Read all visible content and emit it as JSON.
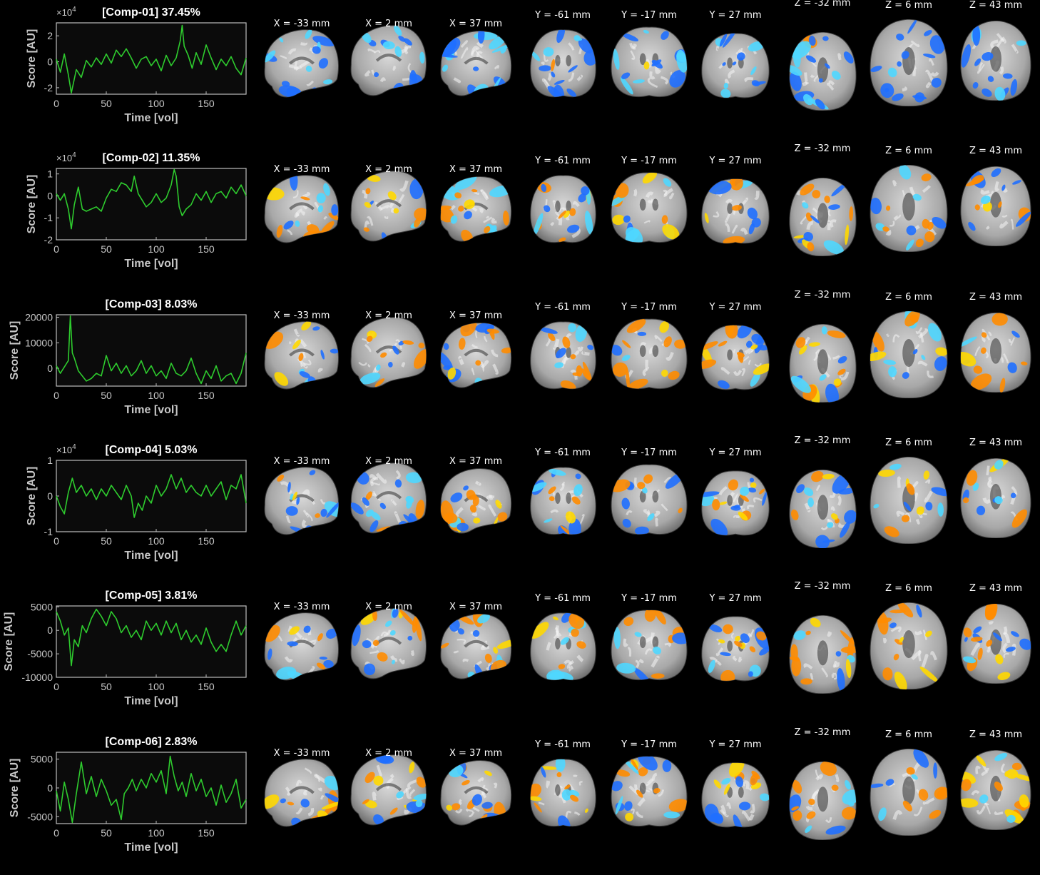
{
  "theme": {
    "background": "#000000",
    "trace": "#2ecc2e",
    "axes": "#bdbdbd",
    "positive": "#ff8c00",
    "positive_peak": "#ffd800",
    "negative": "#1f6fff",
    "negative_peak": "#4fd7ff",
    "brain_light": "#d8d8d8",
    "brain_dark": "#6e6e6e"
  },
  "slice_labels": [
    "X = -33 mm",
    "X = 2 mm",
    "X = 37 mm",
    "Y = -61 mm",
    "Y = -17 mm",
    "Y = 27 mm",
    "Z = -32 mm",
    "Z = 6 mm",
    "Z = 43 mm"
  ],
  "chart_data": [
    {
      "type": "line",
      "title": "[Comp-01] 37.45%",
      "xlabel": "Time [vol]",
      "ylabel": "Score [AU]",
      "multiplier": "×10",
      "multiplier_exponent": "4",
      "xlim": [
        0,
        190
      ],
      "ylim": [
        -2.5,
        3
      ],
      "xticks": [
        0,
        50,
        100,
        150
      ],
      "yticks": [
        -2,
        0,
        2
      ],
      "ytick_labels": [
        "-2",
        "0",
        "2"
      ],
      "x": [
        0,
        4,
        8,
        12,
        15,
        20,
        25,
        30,
        35,
        40,
        45,
        50,
        55,
        60,
        65,
        70,
        75,
        80,
        85,
        90,
        95,
        100,
        105,
        110,
        115,
        120,
        124,
        126,
        128,
        132,
        136,
        140,
        145,
        150,
        155,
        160,
        165,
        170,
        175,
        180,
        185,
        190
      ],
      "y": [
        0.2,
        -0.8,
        0.6,
        -1.0,
        -2.4,
        -0.6,
        -1.2,
        0.1,
        -0.4,
        0.3,
        -0.2,
        0.6,
        -0.1,
        0.9,
        0.4,
        1.0,
        0.3,
        -0.5,
        0.2,
        0.4,
        -0.3,
        0.2,
        -0.7,
        0.5,
        -0.3,
        0.3,
        1.6,
        2.8,
        1.2,
        0.5,
        -0.5,
        0.7,
        -0.2,
        1.3,
        0.3,
        -0.6,
        0.2,
        -0.3,
        0.4,
        -0.5,
        -1.0,
        0.3
      ]
    },
    {
      "type": "line",
      "title": "[Comp-02] 11.35%",
      "xlabel": "Time [vol]",
      "ylabel": "Score [AU]",
      "multiplier": "×10",
      "multiplier_exponent": "4",
      "xlim": [
        0,
        190
      ],
      "ylim": [
        -2,
        1.25
      ],
      "xticks": [
        0,
        50,
        100,
        150
      ],
      "yticks": [
        -2,
        -1,
        0,
        1
      ],
      "ytick_labels": [
        "-2",
        "-1",
        "0",
        "1"
      ],
      "x": [
        0,
        4,
        8,
        12,
        15,
        18,
        22,
        26,
        30,
        35,
        40,
        45,
        50,
        55,
        60,
        65,
        70,
        75,
        78,
        82,
        86,
        90,
        95,
        100,
        105,
        110,
        115,
        118,
        120,
        123,
        126,
        130,
        135,
        140,
        145,
        150,
        155,
        160,
        165,
        170,
        175,
        180,
        185,
        190
      ],
      "y": [
        0.1,
        -0.2,
        0.1,
        -0.6,
        -1.5,
        -0.4,
        0.4,
        -0.6,
        -0.7,
        -0.6,
        -0.5,
        -0.7,
        -0.1,
        0.3,
        0.2,
        0.6,
        0.5,
        0.2,
        0.9,
        0.1,
        -0.2,
        -0.5,
        -0.3,
        0.1,
        -0.3,
        -0.1,
        0.5,
        1.2,
        0.9,
        -0.5,
        -0.9,
        -0.6,
        -0.4,
        0.1,
        -0.2,
        0.2,
        -0.3,
        0.1,
        0.2,
        -0.1,
        0.4,
        0.1,
        0.5,
        0.0
      ]
    },
    {
      "type": "line",
      "title": "[Comp-03] 8.03%",
      "xlabel": "Time [vol]",
      "ylabel": "Score [AU]",
      "xlim": [
        0,
        190
      ],
      "ylim": [
        -7000,
        21000
      ],
      "xticks": [
        0,
        50,
        100,
        150
      ],
      "yticks": [
        0,
        10000,
        20000
      ],
      "ytick_labels": [
        "0",
        "10000",
        "20000"
      ],
      "x": [
        0,
        4,
        8,
        12,
        14,
        16,
        18,
        22,
        26,
        30,
        35,
        40,
        45,
        50,
        55,
        60,
        65,
        70,
        75,
        80,
        85,
        90,
        95,
        100,
        105,
        110,
        115,
        120,
        125,
        130,
        135,
        140,
        145,
        150,
        155,
        160,
        165,
        170,
        175,
        180,
        185,
        190
      ],
      "y": [
        1000,
        -2000,
        500,
        3000,
        20500,
        6000,
        4000,
        -1000,
        -3000,
        -5000,
        -4000,
        -2000,
        -3000,
        5000,
        -1000,
        2000,
        -2000,
        1000,
        -3000,
        -1000,
        3000,
        -2000,
        1000,
        -3000,
        -1000,
        -4000,
        2000,
        -2000,
        -3000,
        -1000,
        4000,
        -2000,
        -6000,
        -1000,
        -4000,
        1000,
        -5000,
        -3000,
        -2000,
        -6000,
        -2000,
        6000
      ]
    },
    {
      "type": "line",
      "title": "[Comp-04] 5.03%",
      "xlabel": "Time [vol]",
      "ylabel": "Score [AU]",
      "multiplier": "×10",
      "multiplier_exponent": "4",
      "xlim": [
        0,
        190
      ],
      "ylim": [
        -1,
        1
      ],
      "xticks": [
        0,
        50,
        100,
        150
      ],
      "yticks": [
        -1,
        0,
        1
      ],
      "ytick_labels": [
        "-1",
        "0",
        "1"
      ],
      "x": [
        0,
        4,
        8,
        12,
        16,
        20,
        25,
        30,
        35,
        40,
        45,
        50,
        55,
        60,
        65,
        70,
        75,
        78,
        82,
        86,
        90,
        95,
        100,
        105,
        110,
        115,
        120,
        125,
        130,
        135,
        140,
        145,
        150,
        155,
        160,
        165,
        170,
        175,
        180,
        185,
        190
      ],
      "y": [
        0.0,
        -0.3,
        -0.5,
        0.1,
        0.5,
        0.1,
        0.3,
        0.0,
        0.2,
        -0.1,
        0.2,
        0.0,
        0.3,
        0.1,
        -0.1,
        0.3,
        0.0,
        -0.6,
        -0.2,
        -0.4,
        0.0,
        -0.2,
        0.3,
        0.0,
        0.2,
        0.6,
        0.2,
        0.5,
        0.1,
        0.3,
        0.1,
        0.0,
        0.3,
        0.0,
        0.2,
        0.4,
        -0.1,
        0.3,
        0.2,
        0.6,
        -0.2
      ]
    },
    {
      "type": "line",
      "title": "[Comp-05] 3.81%",
      "xlabel": "Time [vol]",
      "ylabel": "Score [AU]",
      "xlim": [
        0,
        190
      ],
      "ylim": [
        -10000,
        5200
      ],
      "xticks": [
        0,
        50,
        100,
        150
      ],
      "yticks": [
        -10000,
        -5000,
        0,
        5000
      ],
      "ytick_labels": [
        "-10000",
        "-5000",
        "0",
        "5000"
      ],
      "x": [
        0,
        4,
        8,
        12,
        15,
        18,
        22,
        26,
        30,
        35,
        40,
        45,
        50,
        55,
        60,
        65,
        70,
        75,
        80,
        85,
        90,
        95,
        100,
        105,
        110,
        115,
        120,
        125,
        130,
        135,
        140,
        145,
        150,
        155,
        160,
        165,
        170,
        175,
        180,
        185,
        190
      ],
      "y": [
        4000,
        2000,
        -1000,
        500,
        -7500,
        -2000,
        -3500,
        1000,
        -500,
        2500,
        4500,
        3000,
        1000,
        4000,
        2500,
        -500,
        1000,
        -1500,
        0,
        -2000,
        2000,
        0,
        1500,
        -1000,
        2000,
        -500,
        1500,
        -2000,
        0,
        -2500,
        -1000,
        -3000,
        500,
        -2500,
        -4500,
        -3000,
        -4500,
        -1000,
        2000,
        -1000,
        1000
      ]
    },
    {
      "type": "line",
      "title": "[Comp-06] 2.83%",
      "xlabel": "Time [vol]",
      "ylabel": "Score [AU]",
      "xlim": [
        0,
        190
      ],
      "ylim": [
        -6200,
        6200
      ],
      "xticks": [
        0,
        50,
        100,
        150
      ],
      "yticks": [
        -5000,
        0,
        5000
      ],
      "ytick_labels": [
        "-5000",
        "0",
        "5000"
      ],
      "x": [
        0,
        4,
        8,
        12,
        16,
        20,
        25,
        30,
        35,
        40,
        45,
        50,
        55,
        60,
        65,
        68,
        72,
        76,
        80,
        85,
        90,
        95,
        100,
        105,
        110,
        114,
        118,
        122,
        126,
        130,
        135,
        140,
        145,
        150,
        155,
        160,
        165,
        170,
        175,
        180,
        185,
        190
      ],
      "y": [
        -500,
        -4000,
        1000,
        -2000,
        -6000,
        -1000,
        4500,
        -1000,
        2000,
        -1500,
        1500,
        -500,
        -3000,
        -2000,
        -5500,
        -1000,
        0,
        1500,
        -500,
        1500,
        0,
        2500,
        1000,
        3000,
        -1000,
        5500,
        2000,
        -500,
        1000,
        -1500,
        2500,
        -500,
        1500,
        -1500,
        0,
        -3000,
        500,
        -2500,
        -1000,
        1500,
        -3500,
        -2000
      ]
    }
  ]
}
